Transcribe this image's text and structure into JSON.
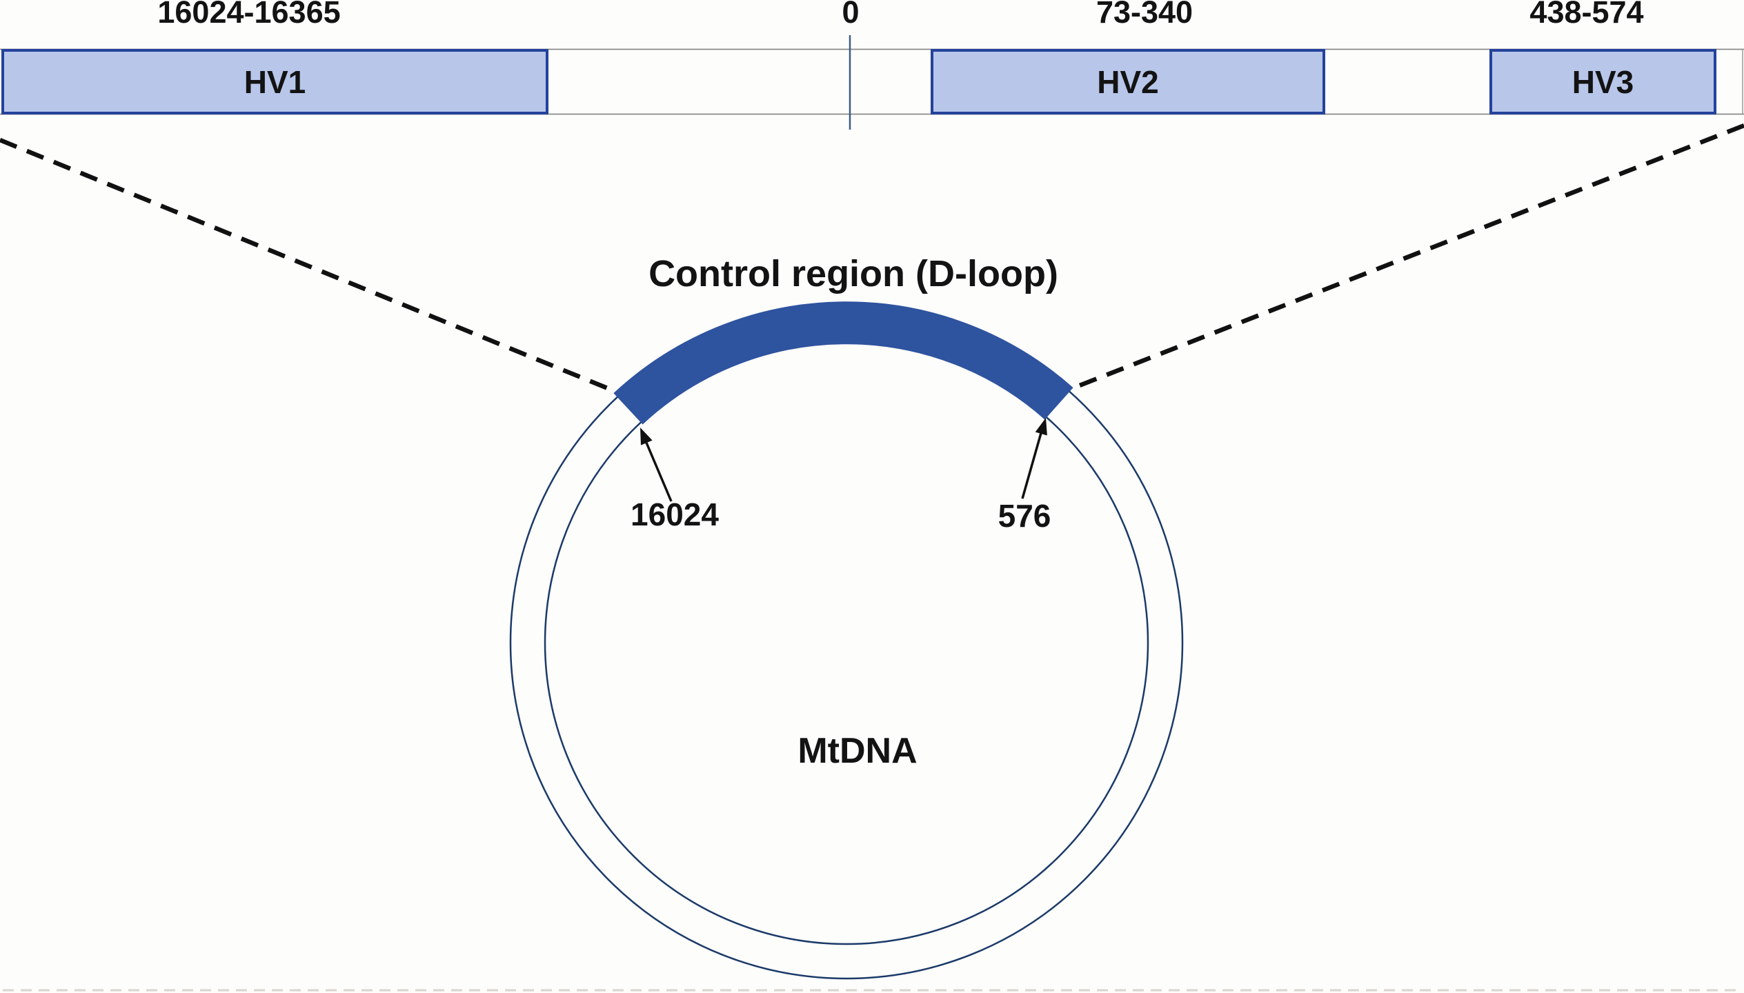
{
  "bar": {
    "tick_label": "0",
    "regions": [
      {
        "label": "HV1",
        "range": "16024-16365"
      },
      {
        "label": "HV2",
        "range": "73-340"
      },
      {
        "label": "HV3",
        "range": "438-574"
      }
    ]
  },
  "circle_diagram": {
    "title": "Control region (D-loop)",
    "molecule_label": "MtDNA",
    "start_position": "16024",
    "end_position": "576"
  },
  "colors": {
    "region_fill": "#b7c6e9",
    "region_border": "#24429b",
    "control_region_band": "#2e539f",
    "circle_stroke": "#1b3a68",
    "bar_outline": "#8a8a8a",
    "zero_tick": "#3e5c8f",
    "connector_dash": "#111111"
  }
}
